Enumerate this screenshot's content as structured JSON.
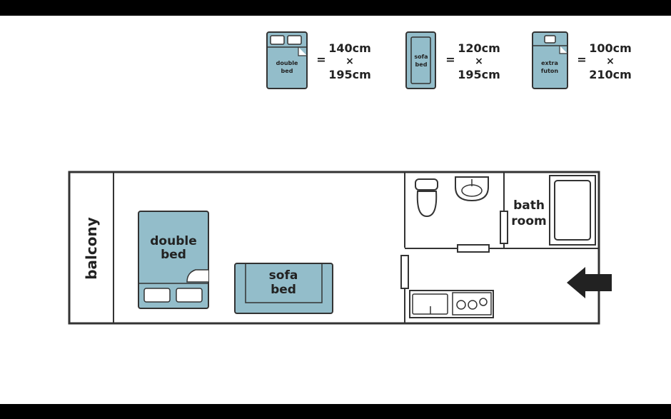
{
  "legend": [
    {
      "icon": "double-bed-icon",
      "label_lines": [
        "double",
        "bed"
      ],
      "dims": [
        "140cm",
        "×",
        "195cm"
      ],
      "equals": "="
    },
    {
      "icon": "sofa-bed-icon",
      "label_lines": [
        "sofa",
        "bed"
      ],
      "dims": [
        "120cm",
        "×",
        "195cm"
      ],
      "equals": "="
    },
    {
      "icon": "extra-futon-icon",
      "label_lines": [
        "extra",
        "futon"
      ],
      "dims": [
        "100cm",
        "×",
        "210cm"
      ],
      "equals": "="
    }
  ],
  "floorplan": {
    "balcony_label": "balcony",
    "double_bed_lines": [
      "double",
      "bed"
    ],
    "sofa_bed_lines": [
      "sofa",
      "bed"
    ],
    "bathroom_lines": [
      "bath",
      "room"
    ]
  },
  "colors": {
    "furniture_fill": "#93bdca",
    "furniture_stroke": "#333333",
    "wall": "#333333",
    "arrow": "#222222"
  }
}
